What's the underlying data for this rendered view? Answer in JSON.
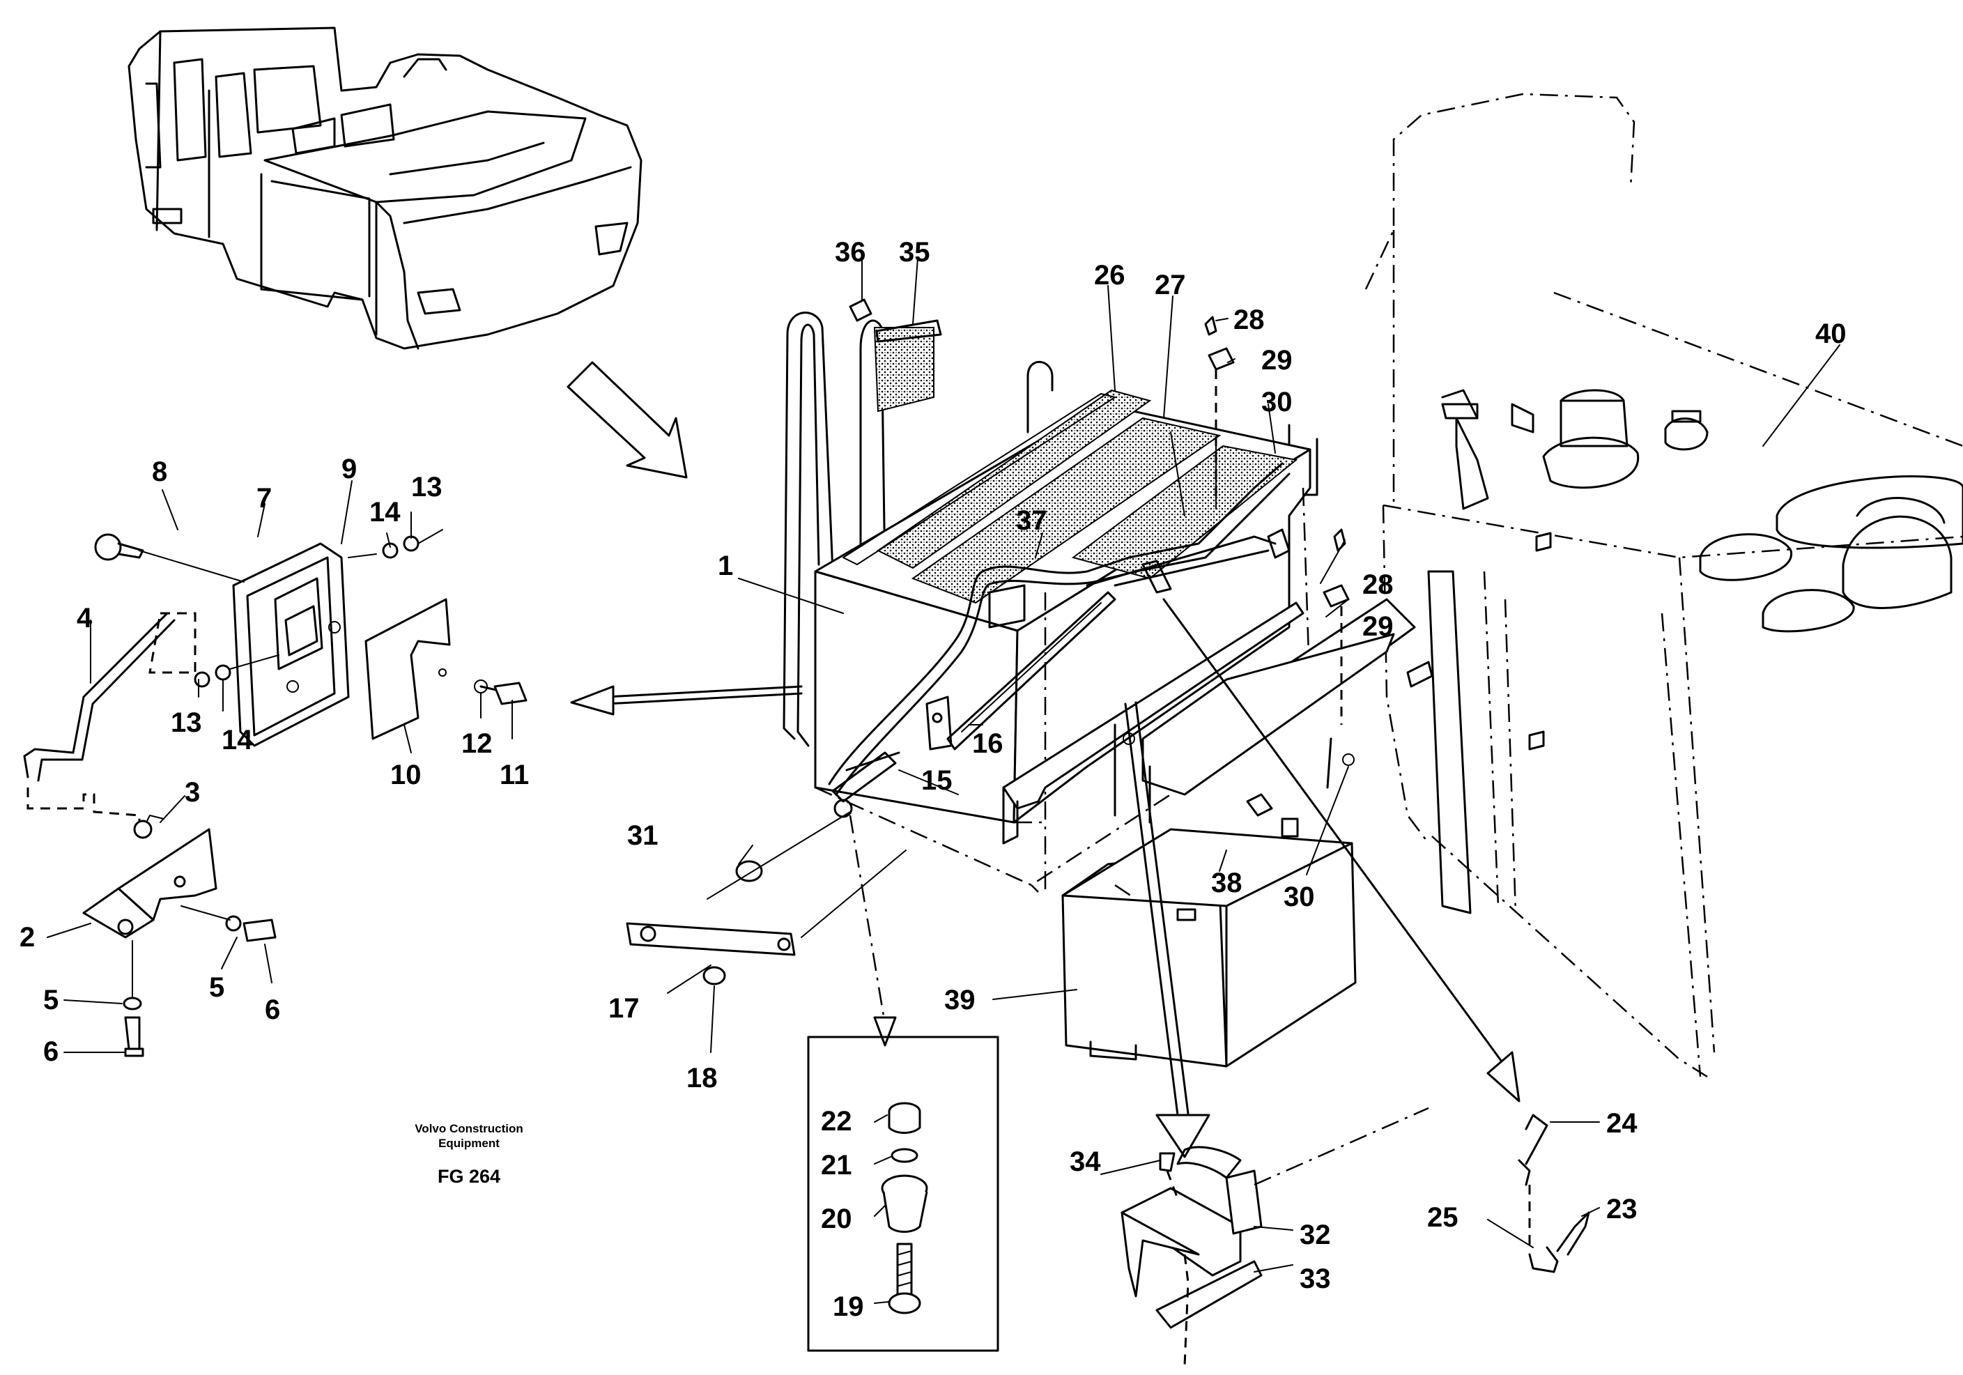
{
  "diagram": {
    "credit_line1": "Volvo Construction",
    "credit_line2": "Equipment",
    "figure_ref": "FG 264",
    "callouts": {
      "c1": "1",
      "c2": "2",
      "c3": "3",
      "c4": "4",
      "c5a": "5",
      "c5b": "5",
      "c6a": "6",
      "c6b": "6",
      "c7": "7",
      "c8": "8",
      "c9": "9",
      "c10": "10",
      "c11": "11",
      "c12": "12",
      "c13a": "13",
      "c13b": "13",
      "c14a": "14",
      "c14b": "14",
      "c15": "15",
      "c16": "16",
      "c17": "17",
      "c18": "18",
      "c19": "19",
      "c20": "20",
      "c21": "21",
      "c22": "22",
      "c23": "23",
      "c24": "24",
      "c25": "25",
      "c26": "26",
      "c27": "27",
      "c28a": "28",
      "c28b": "28",
      "c29a": "29",
      "c29b": "29",
      "c30a": "30",
      "c30b": "30",
      "c31": "31",
      "c32": "32",
      "c33": "33",
      "c34": "34",
      "c35": "35",
      "c36": "36",
      "c37": "37",
      "c38": "38",
      "c39": "39",
      "c40": "40"
    }
  }
}
